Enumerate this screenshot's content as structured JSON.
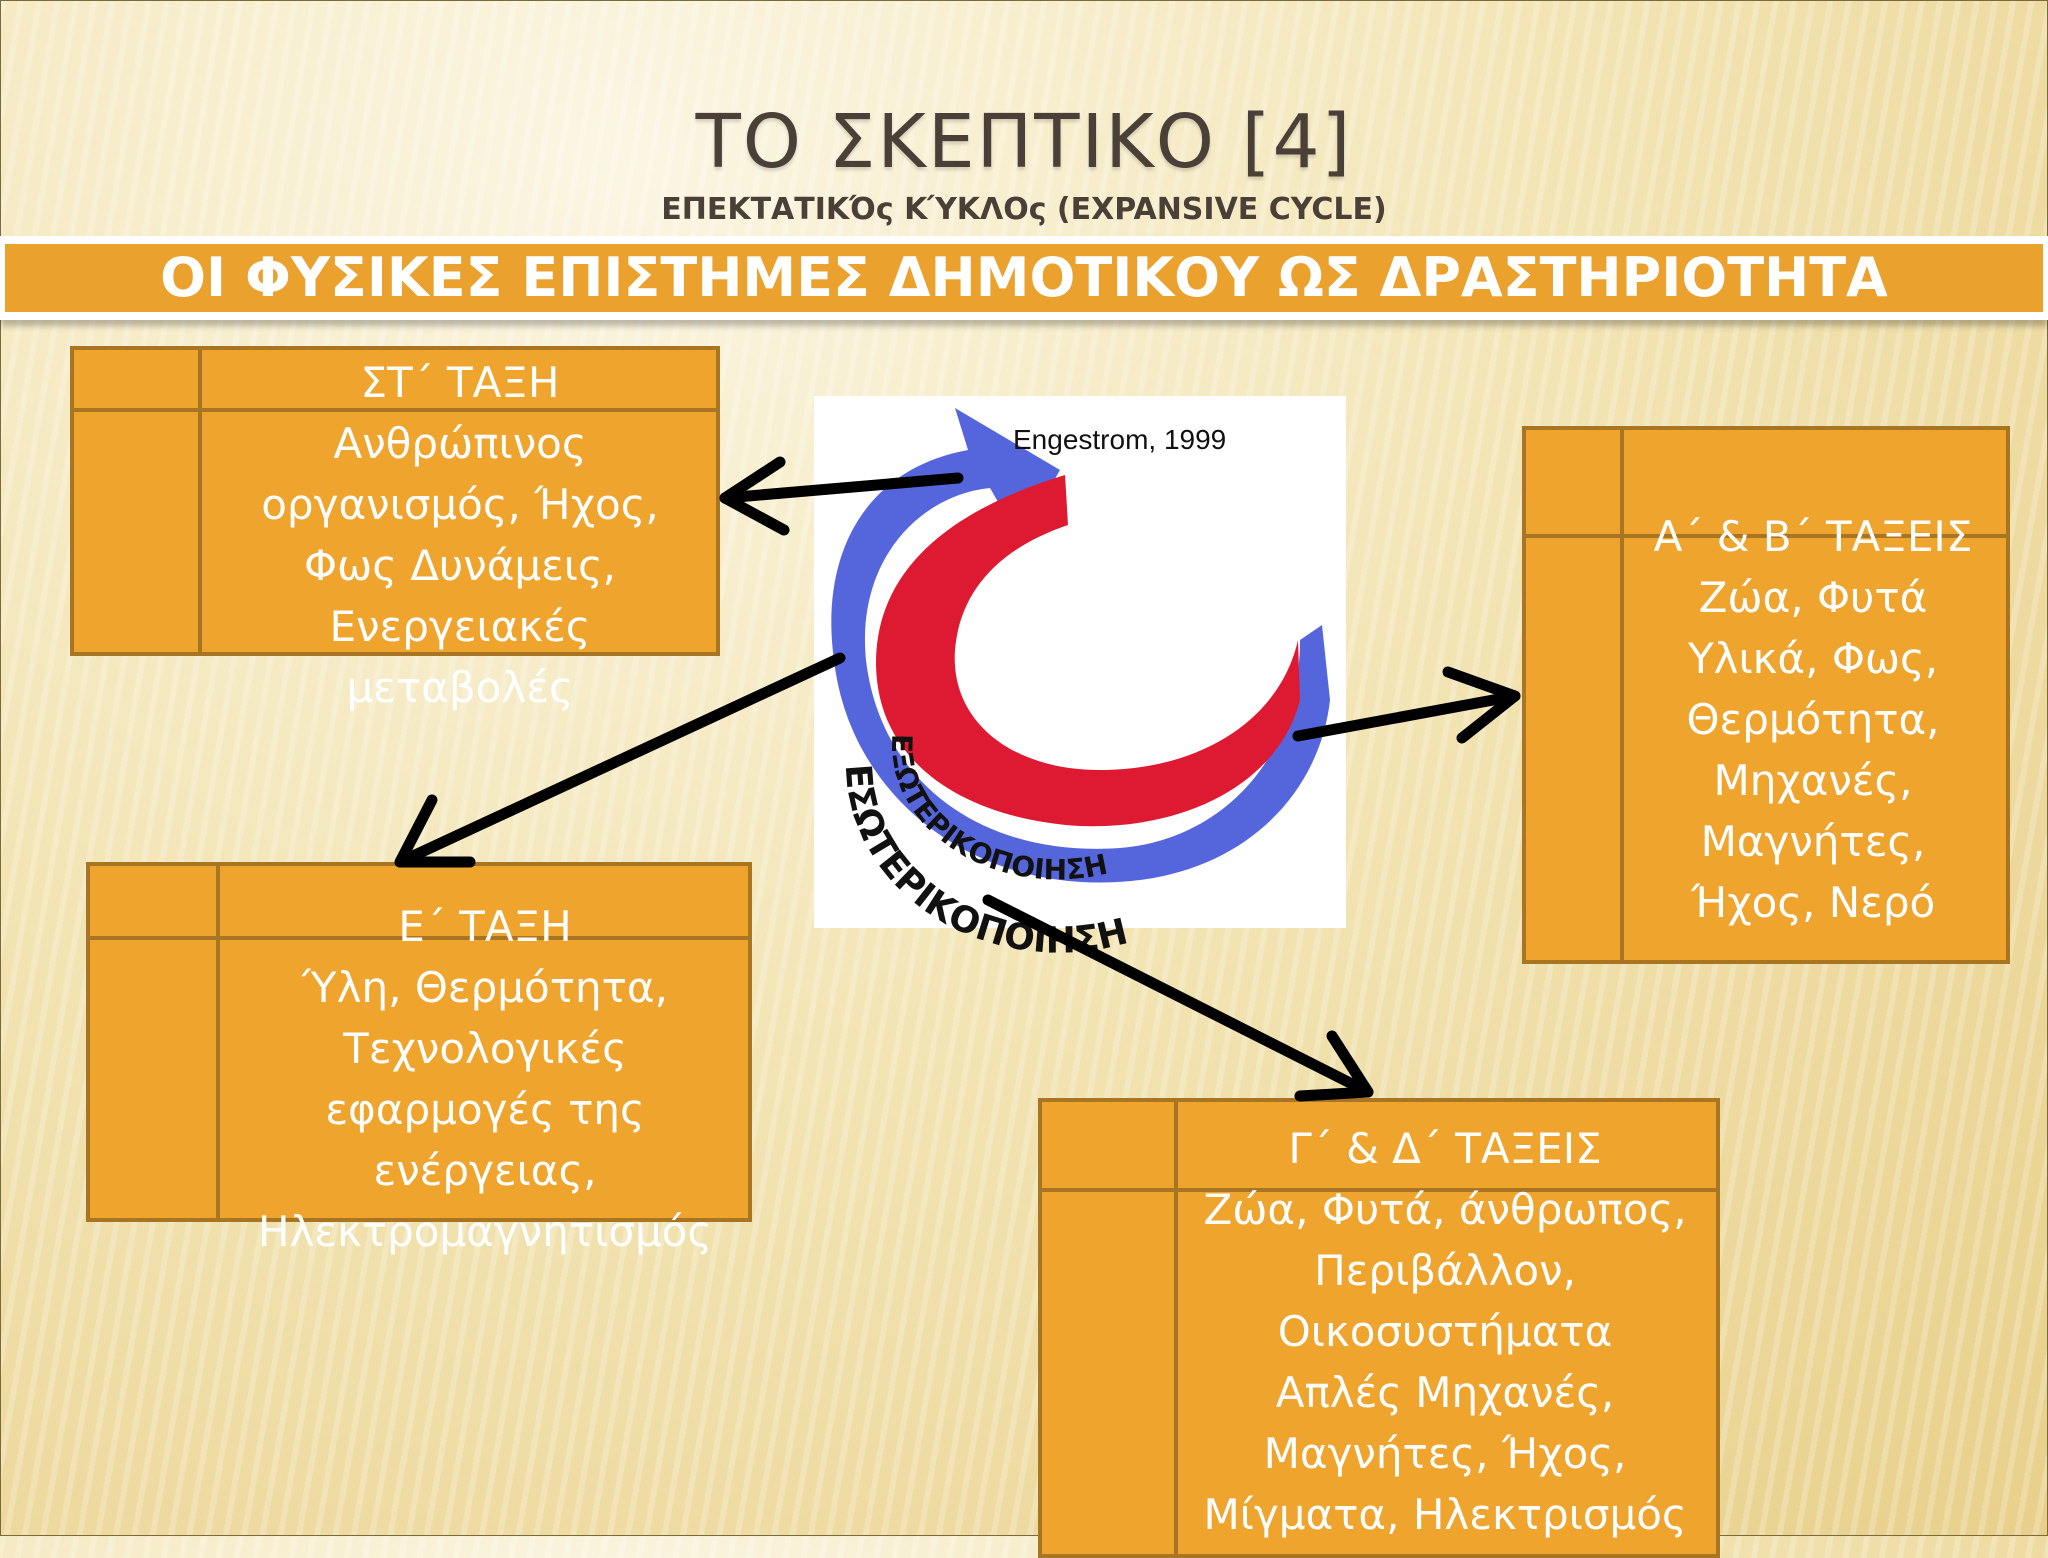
{
  "title": "ΤΟ ΣΚΕΠΤΙΚΟ [4]",
  "subtitle": "ΕΠΕΚΤΑΤΙΚΌς ΚΎΚΛΟς (EXPANSIVE CYCLE)",
  "banner": "ΟΙ ΦΥΣΙΚΕΣ ΕΠΙΣΤΗΜΕΣ ΔΗΜΟΤΙΚΟΥ ΩΣ ΔΡΑΣΤΗΡΙΟΤΗΤΑ",
  "diagram": {
    "citation": "Engestrom, 1999",
    "inner_label": "ΕΞΩΤΕΡΙΚΟΠΟΙΗΣΗ",
    "outer_label": "ΕΣΩΤΕΡΙΚΟΠΟΙΗΣΗ",
    "colors": {
      "outer": "#5566dd",
      "inner": "#dd1a32"
    }
  },
  "boxes": {
    "st": {
      "heading": "ΣΤ΄ ΤΑΞΗ",
      "lines": [
        "Ανθρώπινος",
        "οργανισμός, Ήχος,",
        "Φως Δυνάμεις,",
        "Ενεργειακές",
        "μεταβολές"
      ]
    },
    "ab": {
      "heading": "Α΄ & Β΄ ΤΑΞΕΙΣ",
      "lines": [
        "Ζώα, Φυτά",
        "Υλικά, Φως,",
        "Θερμότητα,",
        "Μηχανές,",
        "Μαγνήτες,",
        "Ήχος, Νερό"
      ]
    },
    "e": {
      "heading": "Ε΄ ΤΑΞΗ",
      "lines": [
        "Ύλη, Θερμότητα,",
        "Τεχνολογικές",
        "εφαρμογές της",
        "ενέργειας,",
        "Ηλεκτρομαγνητισμός"
      ]
    },
    "gd": {
      "heading": "Γ΄ & Δ΄ ΤΑΞΕΙΣ",
      "lines": [
        "Ζώα, Φυτά, άνθρωπος,",
        "Περιβάλλον,",
        "Οικοσυστήματα",
        "Απλές Μηχανές,",
        "Μαγνήτες, Ήχος,",
        "Μίγματα, Ηλεκτρισμός"
      ]
    }
  },
  "colors": {
    "box_fill": "#eea42d",
    "box_border": "#a87522",
    "banner": "#eaa12e",
    "title": "#4a4038"
  }
}
